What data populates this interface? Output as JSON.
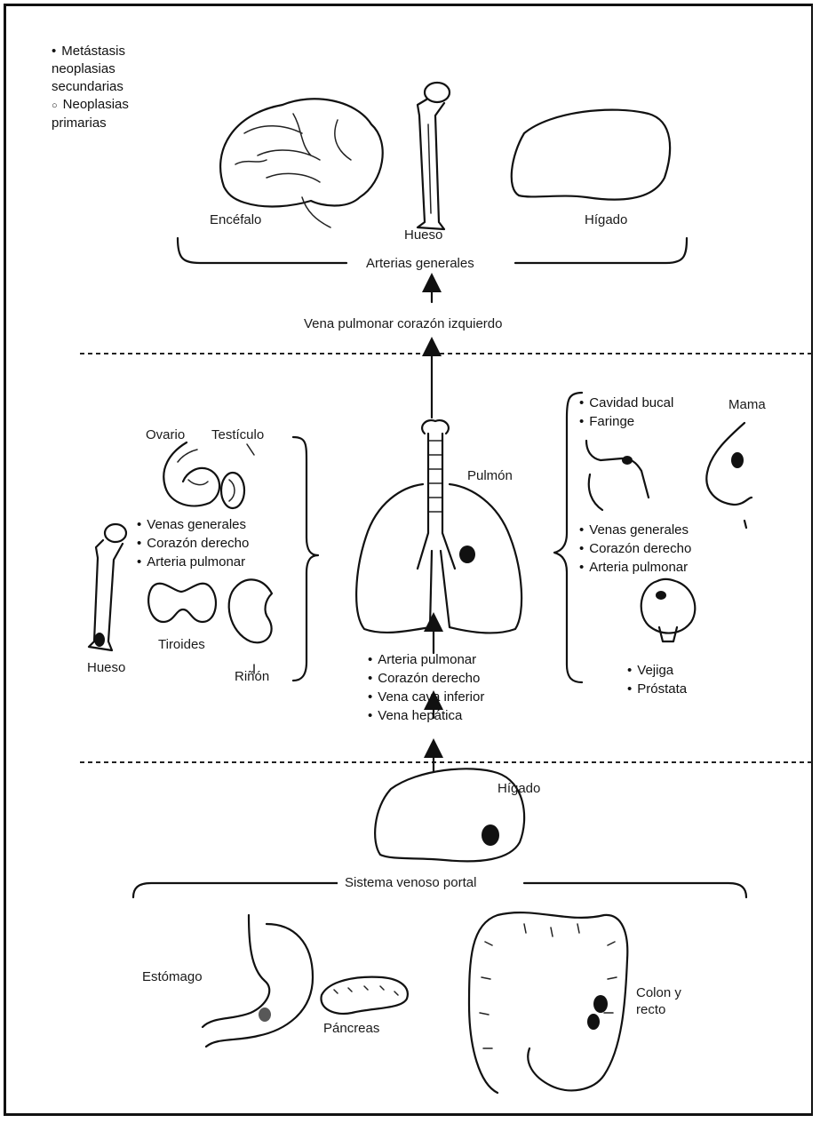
{
  "legend": {
    "secondary": "Metástasis neoplasias secundarias",
    "primary": "Neoplasias primarias"
  },
  "top": {
    "encefalo": "Encéfalo",
    "hueso": "Hueso",
    "higado": "Hígado",
    "arterias": "Arterias generales",
    "vena_pulmonar": "Vena pulmonar corazón izquierdo"
  },
  "middle": {
    "ovario": "Ovario",
    "testiculo": "Testículo",
    "left_path": [
      "Venas generales",
      "Corazón derecho",
      "Arteria pulmonar"
    ],
    "hueso": "Hueso",
    "tiroides": "Tiroides",
    "rinon": "Riñón",
    "pulmon": "Pulmón",
    "center_path": [
      "Arteria pulmonar",
      "Corazón derecho",
      "Vena cava inferior",
      "Vena hepática"
    ],
    "right_top": [
      "Cavidad bucal",
      "Faringe"
    ],
    "mama": "Mama",
    "right_path": [
      "Venas generales",
      "Corazón derecho",
      "Arteria pulmonar"
    ],
    "right_bottom": [
      "Vejiga",
      "Próstata"
    ]
  },
  "bottom": {
    "higado": "Hígado",
    "portal": "Sistema venoso portal",
    "estomago": "Estómago",
    "pancreas": "Páncreas",
    "colon": "Colon y recto"
  }
}
